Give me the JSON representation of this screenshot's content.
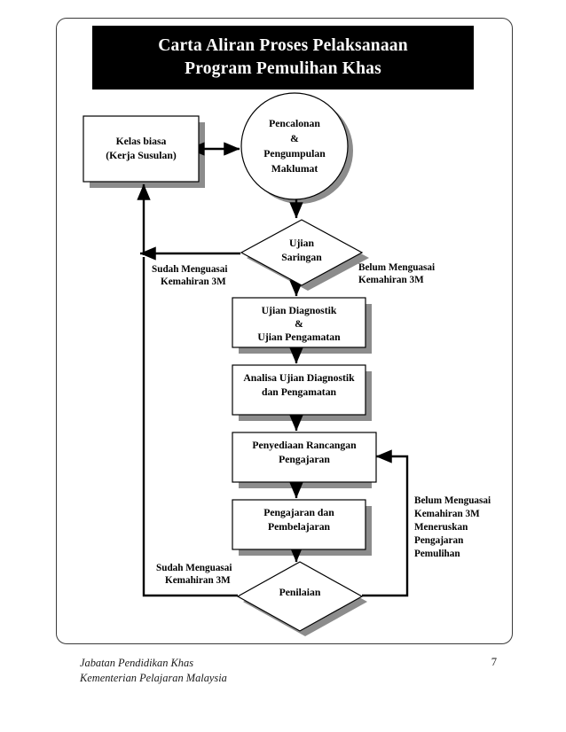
{
  "document": {
    "title_lines": [
      "Carta Aliran Proses Pelaksanaan",
      "Program Pemulihan Khas"
    ],
    "title_full": "Carta Aliran Proses Pelaksanaan Program Pemulihan Khas",
    "language": "Malay",
    "page_number": "7"
  },
  "colors": {
    "banner_background": "#000000",
    "banner_text": "#ffffff",
    "shape_fill": "#ffffff",
    "shape_stroke": "#000000",
    "shadow": "#8c8c8c",
    "page_border": "#3a3a3a",
    "body_text": "#000000"
  },
  "chart_data": {
    "type": "diagram",
    "subtype": "flowchart",
    "title": "Carta Aliran Proses Pelaksanaan Program Pemulihan Khas",
    "nodes": [
      {
        "id": "kelas-biasa",
        "shape": "rectangle",
        "lines": [
          "Kelas biasa",
          "(Kerja Susulan)"
        ],
        "text": "Kelas biasa (Kerja Susulan)"
      },
      {
        "id": "pencalonan",
        "shape": "circle",
        "lines": [
          "Pencalonan",
          "&",
          "Pengumpulan",
          "Maklumat"
        ],
        "text": "Pencalonan & Pengumpulan Maklumat"
      },
      {
        "id": "ujian-saringan",
        "shape": "diamond",
        "lines": [
          "Ujian",
          "Saringan"
        ],
        "text": "Ujian Saringan"
      },
      {
        "id": "ujian-diagnostik",
        "shape": "rectangle",
        "lines": [
          "Ujian Diagnostik",
          "&",
          "Ujian Pengamatan"
        ],
        "text": "Ujian Diagnostik & Ujian Pengamatan"
      },
      {
        "id": "analisa",
        "shape": "rectangle",
        "lines": [
          "Analisa Ujian Diagnostik",
          "dan Pengamatan"
        ],
        "text": "Analisa Ujian Diagnostik dan Pengamatan"
      },
      {
        "id": "penyediaan",
        "shape": "rectangle",
        "lines": [
          "Penyediaan  Rancangan",
          "Pengajaran"
        ],
        "text": "Penyediaan  Rancangan Pengajaran"
      },
      {
        "id": "pengajaran",
        "shape": "rectangle",
        "lines": [
          "Pengajaran dan",
          "Pembelajaran"
        ],
        "text": "Pengajaran dan Pembelajaran"
      },
      {
        "id": "penilaian",
        "shape": "diamond",
        "lines": [
          "Penilaian"
        ],
        "text": "Penilaian"
      }
    ],
    "edges": [
      {
        "id": "e-kelas-pencalonan",
        "from": "kelas-biasa",
        "to": "pencalonan",
        "arrow": "double",
        "label": ""
      },
      {
        "id": "e-pencalonan-saringan",
        "from": "pencalonan",
        "to": "ujian-saringan",
        "arrow": "single",
        "label": ""
      },
      {
        "id": "e-saringan-kelas",
        "from": "ujian-saringan",
        "to": "kelas-biasa",
        "arrow": "single",
        "label": "Sudah Menguasai Kemahiran 3M"
      },
      {
        "id": "e-saringan-diagnostik",
        "from": "ujian-saringan",
        "to": "ujian-diagnostik",
        "arrow": "single",
        "label": "Belum Menguasai Kemahiran 3M"
      },
      {
        "id": "e-diagnostik-analisa",
        "from": "ujian-diagnostik",
        "to": "analisa",
        "arrow": "single",
        "label": ""
      },
      {
        "id": "e-analisa-penyediaan",
        "from": "analisa",
        "to": "penyediaan",
        "arrow": "single",
        "label": ""
      },
      {
        "id": "e-penyediaan-pengajaran",
        "from": "penyediaan",
        "to": "pengajaran",
        "arrow": "single",
        "label": ""
      },
      {
        "id": "e-pengajaran-penilaian",
        "from": "pengajaran",
        "to": "penilaian",
        "arrow": "single",
        "label": ""
      },
      {
        "id": "e-penilaian-kelas",
        "from": "penilaian",
        "to": "kelas-biasa",
        "arrow": "single",
        "label": "Sudah Menguasai Kemahiran 3M"
      },
      {
        "id": "e-penilaian-penyediaan",
        "from": "penilaian",
        "to": "penyediaan",
        "arrow": "single",
        "label": "Belum Menguasai Kemahiran 3M Meneruskan Pengajaran Pemulihan"
      }
    ]
  },
  "labels": {
    "saringan_left_l1": "Sudah Menguasai",
    "saringan_left_l2": "Kemahiran 3M",
    "saringan_right_l1": "Belum Menguasai",
    "saringan_right_l2": "Kemahiran 3M",
    "penilaian_left_l1": "Sudah Menguasai",
    "penilaian_left_l2": "Kemahiran 3M",
    "penilaian_right_l1": "Belum Menguasai",
    "penilaian_right_l2": "Kemahiran 3M",
    "penilaian_right_l3": "Meneruskan",
    "penilaian_right_l4": "Pengajaran",
    "penilaian_right_l5": "Pemulihan"
  },
  "nodes": {
    "kelas_biasa": {
      "l1": "Kelas biasa",
      "l2": "(Kerja Susulan)"
    },
    "pencalonan": {
      "l1": "Pencalonan",
      "l2": "&",
      "l3": "Pengumpulan",
      "l4": "Maklumat"
    },
    "ujian_saringan": {
      "l1": "Ujian",
      "l2": "Saringan"
    },
    "ujian_diagnostik": {
      "l1": "Ujian Diagnostik",
      "l2": "&",
      "l3": "Ujian Pengamatan"
    },
    "analisa": {
      "l1": "Analisa Ujian Diagnostik",
      "l2": "dan Pengamatan"
    },
    "penyediaan": {
      "l1": "Penyediaan  Rancangan",
      "l2": "Pengajaran"
    },
    "pengajaran": {
      "l1": "Pengajaran dan",
      "l2": "Pembelajaran"
    },
    "penilaian": {
      "l1": "Penilaian"
    }
  },
  "footer": {
    "line1": "Jabatan Pendidikan Khas",
    "line2": "Kementerian Pelajaran Malaysia",
    "page": "7"
  }
}
